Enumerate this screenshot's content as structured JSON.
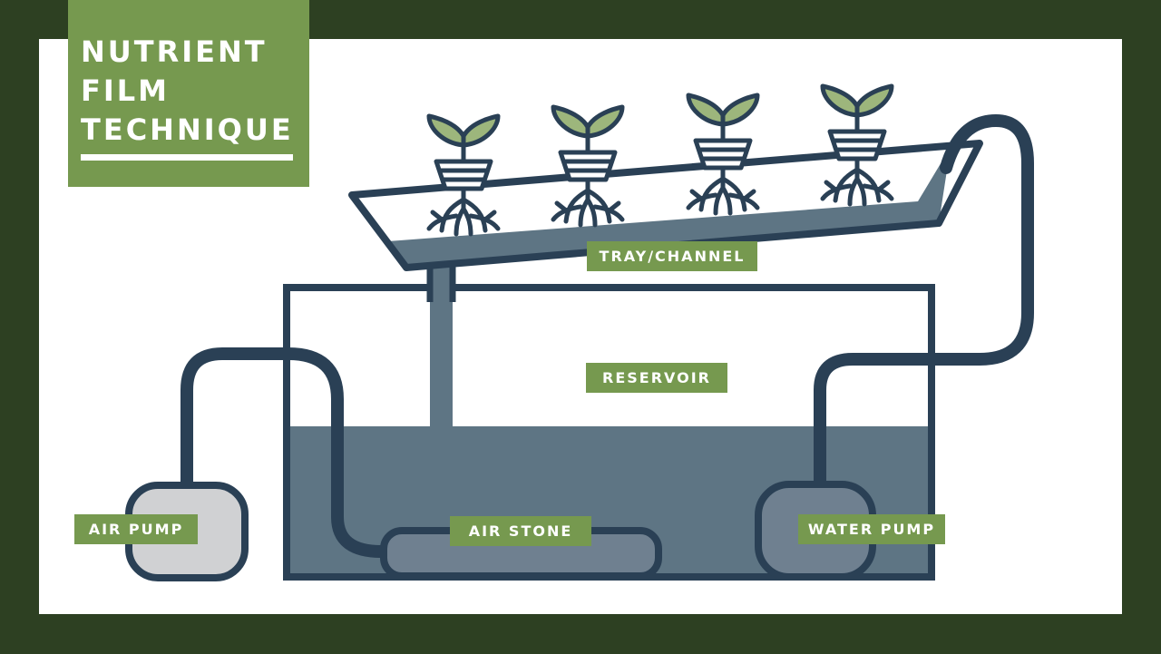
{
  "title": {
    "line1": "NUTRIENT",
    "line2": "FILM",
    "line3": "TECHNIQUE"
  },
  "labels": {
    "tray": "TRAY/CHANNEL",
    "reservoir": "RESERVOIR",
    "air_pump": "AIR PUMP",
    "air_stone": "AIR STONE",
    "water_pump": "WATER PUMP"
  },
  "colors": {
    "frame": "#2d4022",
    "accent_green": "#76994f",
    "outline_navy": "#2a4055",
    "water": "#5e7584",
    "pump_gray": "#d0d1d3",
    "stone_gray": "#6f8090",
    "leaf_green": "#9db67c"
  }
}
